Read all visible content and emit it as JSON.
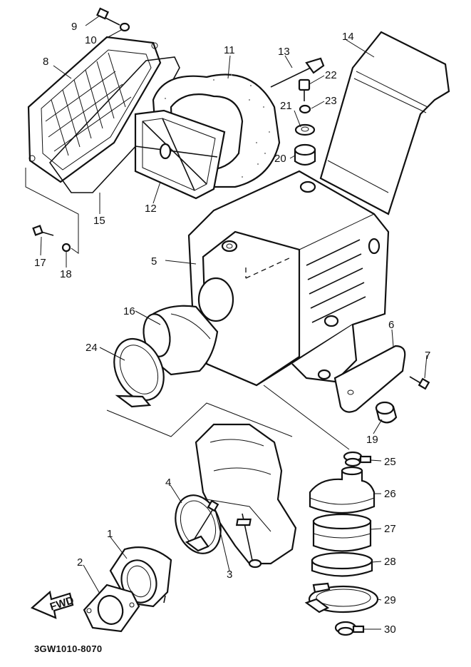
{
  "diagram": {
    "code": "3GW1010-8070",
    "fwd": "FWD",
    "parts": [
      {
        "id": "p1",
        "label": "1"
      },
      {
        "id": "p2",
        "label": "2"
      },
      {
        "id": "p3",
        "label": "3"
      },
      {
        "id": "p4",
        "label": "4"
      },
      {
        "id": "p5",
        "label": "5"
      },
      {
        "id": "p6",
        "label": "6"
      },
      {
        "id": "p7",
        "label": "7"
      },
      {
        "id": "p8",
        "label": "8"
      },
      {
        "id": "p9",
        "label": "9"
      },
      {
        "id": "p10",
        "label": "10"
      },
      {
        "id": "p11",
        "label": "11"
      },
      {
        "id": "p12",
        "label": "12"
      },
      {
        "id": "p13",
        "label": "13"
      },
      {
        "id": "p14",
        "label": "14"
      },
      {
        "id": "p15",
        "label": "15"
      },
      {
        "id": "p16",
        "label": "16"
      },
      {
        "id": "p17",
        "label": "17"
      },
      {
        "id": "p18",
        "label": "18"
      },
      {
        "id": "p19",
        "label": "19"
      },
      {
        "id": "p20",
        "label": "20"
      },
      {
        "id": "p21",
        "label": "21"
      },
      {
        "id": "p22",
        "label": "22"
      },
      {
        "id": "p23",
        "label": "23"
      },
      {
        "id": "p24",
        "label": "24"
      },
      {
        "id": "p25",
        "label": "25"
      },
      {
        "id": "p26",
        "label": "26"
      },
      {
        "id": "p27",
        "label": "27"
      },
      {
        "id": "p28",
        "label": "28"
      },
      {
        "id": "p29",
        "label": "29"
      },
      {
        "id": "p30",
        "label": "30"
      }
    ]
  }
}
